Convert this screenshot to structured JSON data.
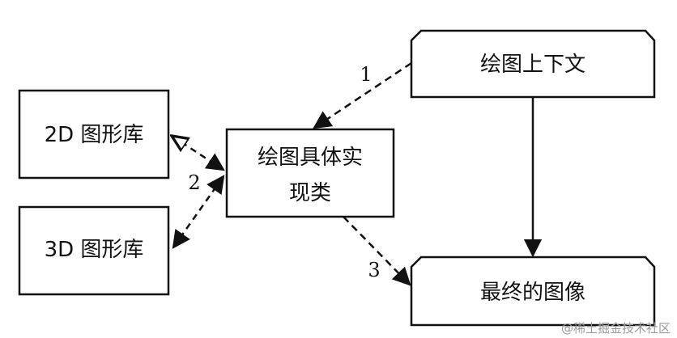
{
  "diagram": {
    "nodes": {
      "context": {
        "label": "绘图上下文"
      },
      "impl": {
        "line1": "绘图具体实",
        "line2": "现类"
      },
      "lib2d": {
        "label": "2D 图形库"
      },
      "lib3d": {
        "label": "3D 图形库"
      },
      "final": {
        "label": "最终的图像"
      }
    },
    "edges": {
      "e1": {
        "label": "1",
        "from": "context",
        "to": "impl",
        "style": "dashed"
      },
      "e2": {
        "label": "2",
        "from": "impl",
        "to": "lib2d/lib3d",
        "style": "dashed",
        "direction": "both"
      },
      "e3": {
        "label": "3",
        "from": "impl",
        "to": "final",
        "style": "dashed"
      },
      "e4": {
        "label": "",
        "from": "context",
        "to": "final",
        "style": "solid"
      }
    },
    "watermark": "@稀土掘金技术社区"
  }
}
